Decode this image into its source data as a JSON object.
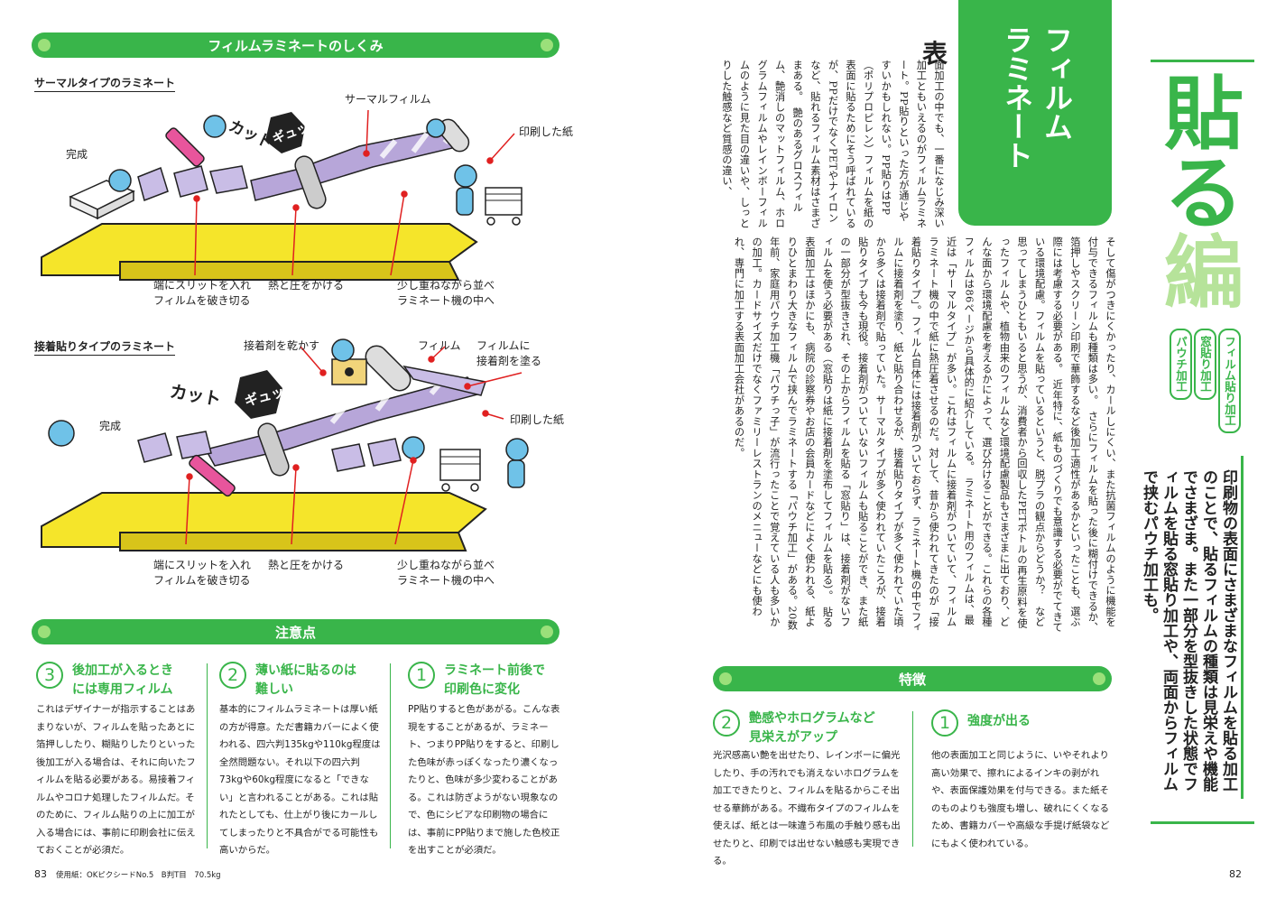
{
  "left": {
    "mechanism_title": "フィルムラミネートのしくみ",
    "thermal": {
      "heading": "サーマルタイプのラミネート",
      "labels": {
        "film": "サーマルフィルム",
        "paper": "印刷した紙",
        "done": "完成",
        "cut": "カット",
        "squeeze": "ギュッ",
        "slit": "端にスリットを入れ\nフィルムを破き切る",
        "heat": "熱と圧をかける",
        "feed": "少し重ねながら並べ\nラミネート機の中へ"
      }
    },
    "adhesive": {
      "heading": "接着貼りタイプのラミネート",
      "labels": {
        "dry": "接着剤を乾かす",
        "film": "フィルム",
        "glue": "フィルムに\n接着剤を塗る",
        "paper": "印刷した紙",
        "done": "完成",
        "cut": "カット",
        "squeeze": "ギュッ",
        "slit": "端にスリットを入れ\nフィルムを破き切る",
        "heat": "熱と圧をかける",
        "feed": "少し重ねながら並べ\nラミネート機の中へ"
      }
    },
    "notes_title": "注意点",
    "notes": [
      {
        "num": "3",
        "title": "後加工が入るとき\nには専用フィルム",
        "body": "これはデザイナーが指示することはあまりないが、フィルムを貼ったあとに箔押ししたり、糊貼りしたりといった後加工が入る場合は、それに向いたフィルムを貼る必要がある。易接着フィルムやコロナ処理したフィルムだ。そのために、フィルム貼りの上に加工が入る場合には、事前に印刷会社に伝えておくことが必須だ。"
      },
      {
        "num": "2",
        "title": "薄い紙に貼るのは\n難しい",
        "body": "基本的にフィルムラミネートは厚い紙の方が得意。ただ書籍カバーによく使われる、四六判135kgや110kg程度は全然問題ない。それ以下の四六判73kgや60kg程度になると「できない」と言われることがある。これは貼れたとしても、仕上がり後にカールしてしまったりと不具合がでる可能性も高いからだ。"
      },
      {
        "num": "1",
        "title": "ラミネート前後で\n印刷色に変化",
        "body": "PP貼りすると色があがる。こんな表現をすることがあるが、ラミネート、つまりPP貼りをすると、印刷した色味が赤っぽくなったり濃くなったりと、色味が多少変わることがある。これは防ぎようがない現象なので、色にシビアな印刷物の場合には、事前にPP貼りまで施した色校正を出すことが必須だ。"
      }
    ],
    "folio": "83",
    "paper_spec": "使用紙：OKピクシードNo.5　B判T目　70.5kg"
  },
  "right": {
    "chapter_kanji": [
      "貼",
      "る",
      "編"
    ],
    "chapter_tabs": [
      "フィルム貼り加工",
      "窓貼り加工",
      "パウチ加工"
    ],
    "intro": "印刷物の表面にさまざまなフィルムを貼る加工のことで、貼るフィルムの種類は見栄えや機能でさまざま。また一部分を型抜きした状態でフィルムを貼る窓貼り加工や、両面からフィルムで挟むパウチ加工も。",
    "section_title": "フィルム\nラミネート",
    "dropcap": "表",
    "body_upper": "面加工の中でも、一番になじみ深い加工ともいえるのがフィルムラミネート。PP貼りといった方が通じやすいかもしれない。PP貼りはPP（ポリプロピレン）フィルムを紙の表面に貼るためにそう呼ばれているが、PPだけでなくPETやナイロンなど、貼れるフィルム素材はさまざまある。　艶のあるグロスフィルム、艶消しのマットフィルム、ホログラムフィルムやレインボーフィルムのように見た目の違いや、しっとりした触感など質感の違い、",
    "body_lower": "そして傷がつきにくかったり、カールしにくい、また抗菌フィルムのように機能を付与できるフィルムも種類は多い。　さらにフィルムを貼った後に糊付けできるか、箔押しやスクリーン印刷で華飾するなど後加工適性があるかといったことも、選ぶ際には考慮する必要がある。　近年特に、紙ものづくりでも意識する必要がでてきている環境配慮。フィルムを貼っているというと、脱プラの観点からどうか？　など思ってしまうひともいると思うが、消費者から回収したPETボトルの再生原料を使ったフィルムや、植物由来のフィルムなど環境配慮製品もさまざまに出ており、どんな面から環境配慮を考えるかによって、選び分けることができる。これらの各種フィルムは86ページから具体的に紹介している。　ラミネート用のフィルムは、最近は「サーマルタイプ」が多い。これはフィルムに接着剤がついていて、フィルムラミネート機の中で紙に熱圧着させるのだ。対して、昔から使われてきたのが「接着貼りタイプ」。フィルム自体には接着剤がついておらず、ラミネート機の中でフィルムに接着剤を塗り、紙と貼り合わせるが、接着貼りタイプが多く使われていた頃から多くは接着剤で貼っていた。サーマルタイプが多く使われていたころが、接着貼りタイプも今も現役。接着剤がついていないフィルムも貼ることができ、また紙の一部分が型抜きされ、その上からフィルムを貼る「窓貼り」は、接着剤がないフィルムを使う必要がある（窓貼りは紙に接着剤を塗布してフィルムを貼る）。　貼る表面加工はほかにも、病院の診察券やお店の会員カードなどによく使われる、紙よりひとまわり大きなフィルムで挟んでラミネートする「パウチ加工」がある。20数年前、家庭用パウチ加工機「パウチっ子」が流行ったことで覚えている人も多いかの加工。カードサイズだけでなくファミリーレストランのメニューなどにも使われ、専門に加工する表面加工会社があるのだ。",
    "features_title": "特徴",
    "features": [
      {
        "num": "2",
        "title": "艶感やホログラムなど\n見栄えがアップ",
        "body": "光沢感高い艶を出せたり、レインボーに偏光したり、手の汚れでも消えないホログラムを加工できたりと、フィルムを貼るからこそ出せる華飾がある。不織布タイプのフィルムを使えば、紙とは一味違う布風の手触り感も出せたりと、印刷では出せない触感も実現できる。"
      },
      {
        "num": "1",
        "title": "強度が出る",
        "body": "他の表面加工と同じように、いやそれより高い効果で、擦れによるインキの剥がれや、表面保護効果を付与できる。また紙そのものよりも強度も増し、破れにくくなるため、書籍カバーや高級な手提げ紙袋などにもよく使われている。"
      }
    ],
    "folio": "82"
  },
  "colors": {
    "green": "#39b54a",
    "light_green": "#9be07a",
    "yellow_arrow": "#f5e52a",
    "purple_film": "#b7a6d9",
    "character_blue": "#6fc2e8",
    "pink": "#e8559c",
    "red_dot": "#e02020"
  }
}
